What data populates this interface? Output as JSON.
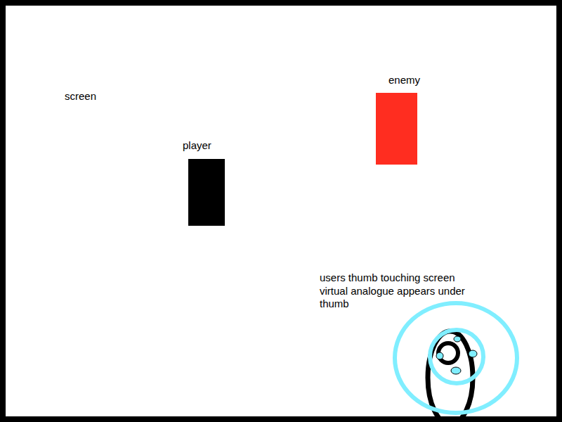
{
  "diagram": {
    "nodes": [
      {
        "text": [
          "screen"
        ]
      },
      {
        "text": [
          "player"
        ],
        "in": 0
      },
      {
        "text": [
          "enemy"
        ],
        "in": 0
      }
    ],
    "labels": [
      "users thumb touching screen virtual analogue appears under thumb"
    ]
  }
}
